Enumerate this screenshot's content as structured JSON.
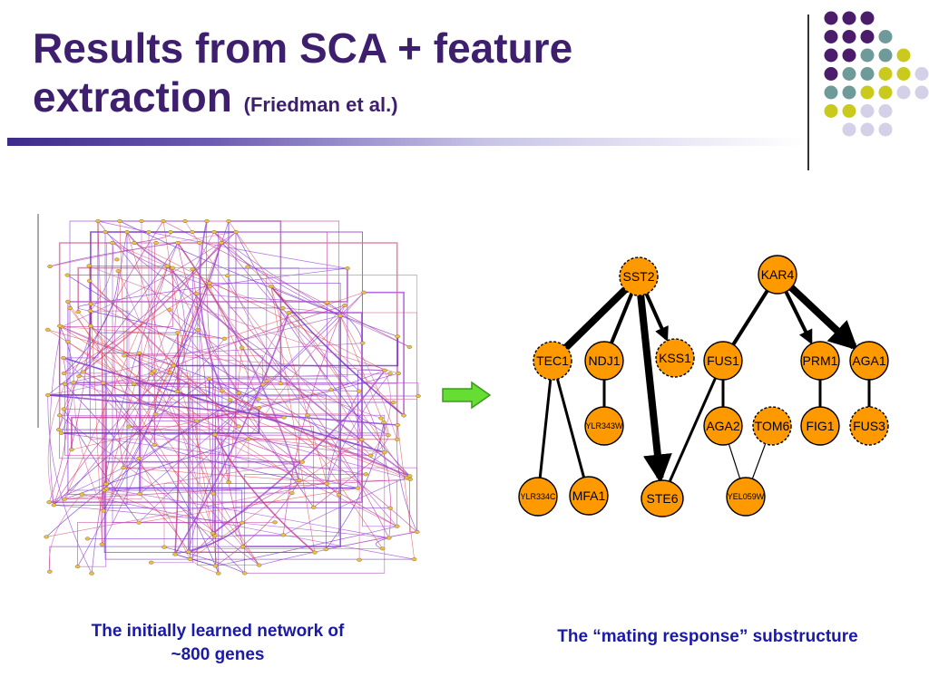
{
  "slide": {
    "title_main": "Results from SCA + feature extraction",
    "title_cite": "(Friedman et al.)",
    "caption_left_line1": "The initially learned network of",
    "caption_left_line2": "~800 genes",
    "caption_right": "The “mating response” substructure"
  },
  "colors": {
    "title": "#3d1f6e",
    "caption": "#1a1aa6",
    "node_fill": "#ff9900",
    "arrow_fill": "#66dd33",
    "dot_purple": "#4b1c6b",
    "dot_teal": "#6f9a9a",
    "dot_olive": "#c9c91e",
    "dot_lavender": "#d3d0e8"
  },
  "decorative_dots": [
    [
      "purple",
      "purple",
      "purple",
      "",
      "",
      "",
      ""
    ],
    [
      "purple",
      "purple",
      "purple",
      "teal",
      "",
      "",
      ""
    ],
    [
      "purple",
      "purple",
      "teal",
      "teal",
      "olive",
      "",
      ""
    ],
    [
      "purple",
      "teal",
      "teal",
      "olive",
      "olive",
      "lavender",
      ""
    ],
    [
      "teal",
      "teal",
      "olive",
      "olive",
      "lavender",
      "lavender",
      ""
    ],
    [
      "olive",
      "olive",
      "lavender",
      "lavender",
      "",
      "",
      ""
    ],
    [
      "",
      "lavender",
      "lavender",
      "lavender",
      "",
      "",
      ""
    ]
  ],
  "subnetwork": {
    "nodes": [
      {
        "id": "SST2",
        "label": "SST2",
        "dashed": true
      },
      {
        "id": "KAR4",
        "label": "KAR4",
        "dashed": false
      },
      {
        "id": "TEC1",
        "label": "TEC1",
        "dashed": true
      },
      {
        "id": "NDJ1",
        "label": "NDJ1",
        "dashed": false
      },
      {
        "id": "KSS1",
        "label": "KSS1",
        "dashed": true
      },
      {
        "id": "FUS1",
        "label": "FUS1",
        "dashed": false
      },
      {
        "id": "PRM1",
        "label": "PRM1",
        "dashed": false
      },
      {
        "id": "AGA1",
        "label": "AGA1",
        "dashed": false
      },
      {
        "id": "YLR343W",
        "label": "YLR343W",
        "dashed": false
      },
      {
        "id": "AGA2",
        "label": "AGA2",
        "dashed": false
      },
      {
        "id": "TOM6",
        "label": "TOM6",
        "dashed": true
      },
      {
        "id": "FIG1",
        "label": "FIG1",
        "dashed": false
      },
      {
        "id": "FUS3",
        "label": "FUS3",
        "dashed": true
      },
      {
        "id": "YLR334C",
        "label": "YLR334C",
        "dashed": false
      },
      {
        "id": "MFA1",
        "label": "MFA1",
        "dashed": false
      },
      {
        "id": "STE6",
        "label": "STE6",
        "dashed": false
      },
      {
        "id": "YEL059W",
        "label": "YEL059W",
        "dashed": false
      }
    ],
    "edges": [
      {
        "from": "SST2",
        "to": "TEC1",
        "weight": "heavy"
      },
      {
        "from": "SST2",
        "to": "NDJ1",
        "weight": "medium"
      },
      {
        "from": "SST2",
        "to": "KSS1",
        "weight": "medium",
        "arrow": true
      },
      {
        "from": "SST2",
        "to": "STE6",
        "weight": "heavy",
        "arrow": true
      },
      {
        "from": "KAR4",
        "to": "FUS1",
        "weight": "medium"
      },
      {
        "from": "KAR4",
        "to": "PRM1",
        "weight": "medium",
        "arrow": true
      },
      {
        "from": "KAR4",
        "to": "AGA1",
        "weight": "heavy",
        "arrow": true
      },
      {
        "from": "FUS1",
        "to": "AGA2",
        "weight": "thin"
      },
      {
        "from": "FUS1",
        "to": "STE6",
        "weight": "thin"
      },
      {
        "from": "PRM1",
        "to": "FIG1",
        "weight": "thin"
      },
      {
        "from": "AGA1",
        "to": "FUS3",
        "weight": "thin"
      },
      {
        "from": "NDJ1",
        "to": "YLR343W",
        "weight": "thin"
      },
      {
        "from": "TEC1",
        "to": "YLR334C",
        "weight": "thin"
      },
      {
        "from": "TEC1",
        "to": "MFA1",
        "weight": "thin"
      },
      {
        "from": "AGA2",
        "to": "YEL059W",
        "weight": "hair"
      },
      {
        "from": "TOM6",
        "to": "YEL059W",
        "weight": "hair"
      }
    ]
  }
}
